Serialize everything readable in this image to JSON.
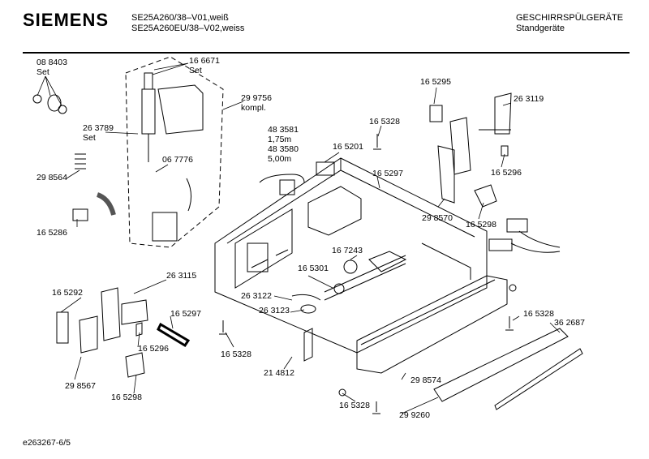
{
  "header": {
    "brand": "SIEMENS",
    "model_line_1": "SE25A260/38–V01,weiß",
    "model_line_2": "SE25A260EU/38–V02,weiss",
    "category": "GESCHIRRSPÜLGERÄTE",
    "subcategory": "Standgeräte"
  },
  "labels": [
    {
      "id": "l1",
      "text": "08 8403"
    },
    {
      "id": "l1b",
      "text": "Set"
    },
    {
      "id": "l2",
      "text": "16 6671"
    },
    {
      "id": "l2b",
      "text": "Set"
    },
    {
      "id": "l3",
      "text": "29 9756"
    },
    {
      "id": "l3b",
      "text": "kompl."
    },
    {
      "id": "l4",
      "text": "26 3789"
    },
    {
      "id": "l4b",
      "text": "Set"
    },
    {
      "id": "l5",
      "text": "48 3581"
    },
    {
      "id": "l5b",
      "text": "1,75m"
    },
    {
      "id": "l5c",
      "text": "48 3580"
    },
    {
      "id": "l5d",
      "text": "5,00m"
    },
    {
      "id": "l6",
      "text": "16 5328"
    },
    {
      "id": "l7",
      "text": "16 5295"
    },
    {
      "id": "l8",
      "text": "26 3119"
    },
    {
      "id": "l9",
      "text": "06 7776"
    },
    {
      "id": "l10",
      "text": "16 5201"
    },
    {
      "id": "l11",
      "text": "29 8564"
    },
    {
      "id": "l12",
      "text": "16 5297"
    },
    {
      "id": "l13",
      "text": "16 5296"
    },
    {
      "id": "l14",
      "text": "16 5286"
    },
    {
      "id": "l15",
      "text": "29 8570"
    },
    {
      "id": "l16",
      "text": "16 5298"
    },
    {
      "id": "l17",
      "text": "16 7243"
    },
    {
      "id": "l18",
      "text": "16 5301"
    },
    {
      "id": "l19",
      "text": "26 3115"
    },
    {
      "id": "l20",
      "text": "16 5292"
    },
    {
      "id": "l21",
      "text": "26 3122"
    },
    {
      "id": "l22",
      "text": "26 3123"
    },
    {
      "id": "l23",
      "text": "16 5297"
    },
    {
      "id": "l24",
      "text": "16 5328"
    },
    {
      "id": "l25",
      "text": "36 2687"
    },
    {
      "id": "l26",
      "text": "16 5296"
    },
    {
      "id": "l27",
      "text": "16 5328"
    },
    {
      "id": "l28",
      "text": "21 4812"
    },
    {
      "id": "l29",
      "text": "29 8567"
    },
    {
      "id": "l30",
      "text": "16 5298"
    },
    {
      "id": "l31",
      "text": "29 8574"
    },
    {
      "id": "l32",
      "text": "16 5328"
    },
    {
      "id": "l33",
      "text": "29 9260"
    }
  ],
  "footer": {
    "drawing_id": "e263267-6/5"
  }
}
